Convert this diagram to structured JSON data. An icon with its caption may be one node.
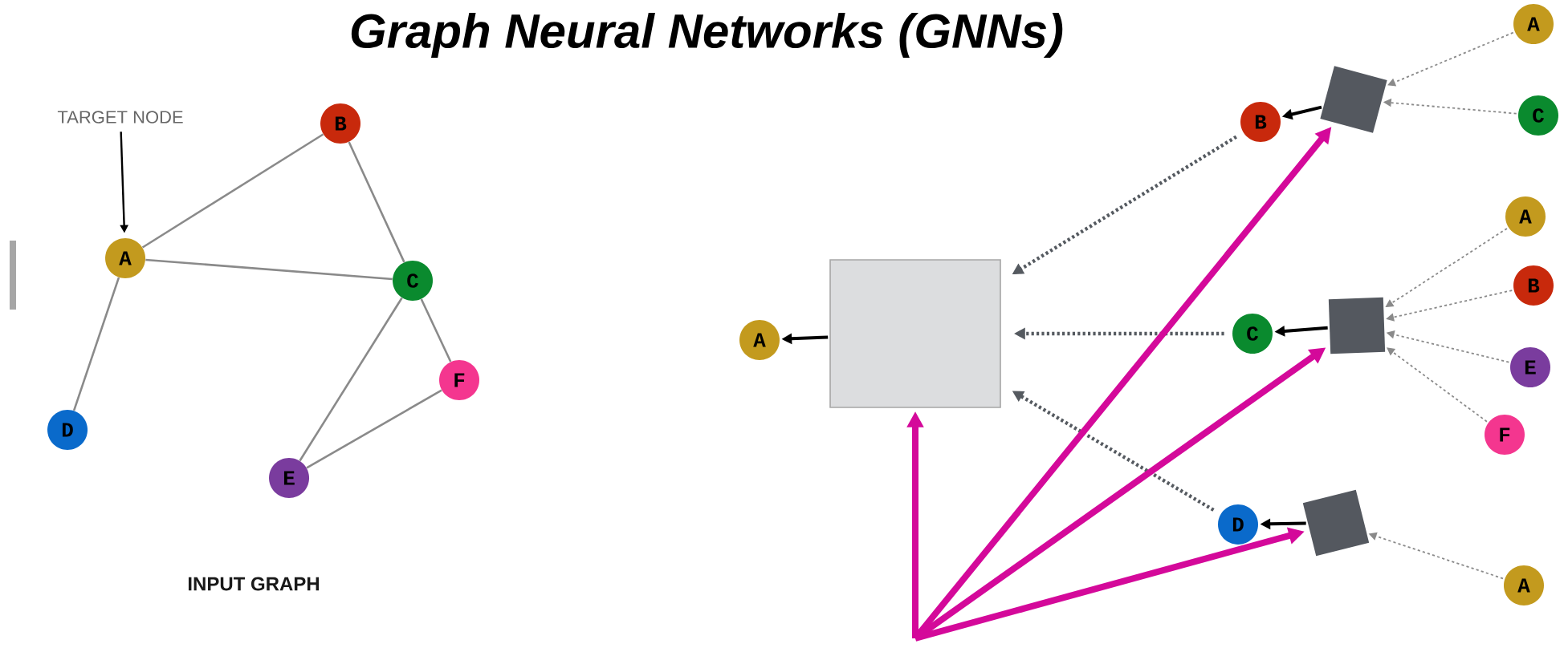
{
  "diagram": {
    "title": "Graph Neural Networks (GNNs)",
    "nodes": [
      {
        "text": [
          "TARGET NODE"
        ]
      },
      {
        "text": [
          "A"
        ]
      },
      {
        "text": [
          "B"
        ]
      },
      {
        "text": [
          "C"
        ]
      },
      {
        "text": [
          "D"
        ]
      },
      {
        "text": [
          "E"
        ]
      },
      {
        "text": [
          "F"
        ]
      },
      {
        "text": [
          "A"
        ]
      },
      {
        "text": [],
        "shape": "box"
      },
      {
        "text": [
          "B"
        ]
      },
      {
        "text": [
          "C"
        ]
      },
      {
        "text": [
          "D"
        ]
      },
      {
        "text": [],
        "shape": "box"
      },
      {
        "text": [],
        "shape": "box"
      },
      {
        "text": [],
        "shape": "box"
      },
      {
        "text": [
          "A"
        ]
      },
      {
        "text": [
          "C"
        ]
      },
      {
        "text": [
          "A"
        ]
      },
      {
        "text": [
          "B"
        ]
      },
      {
        "text": [
          "E"
        ]
      },
      {
        "text": [
          "F"
        ]
      },
      {
        "text": [
          "A"
        ]
      }
    ],
    "edges": [
      {
        "from": 0,
        "to": 1,
        "arrow": "to",
        "color": "#000000"
      },
      {
        "from": 1,
        "to": 2,
        "arrow": "none"
      },
      {
        "from": 1,
        "to": 3,
        "arrow": "none"
      },
      {
        "from": 1,
        "to": 4,
        "arrow": "none"
      },
      {
        "from": 2,
        "to": 3,
        "arrow": "none"
      },
      {
        "from": 3,
        "to": 5,
        "arrow": "none"
      },
      {
        "from": 3,
        "to": 6,
        "arrow": "none"
      },
      {
        "from": 5,
        "to": 6,
        "arrow": "none"
      },
      {
        "from": 8,
        "to": 7,
        "arrow": "to",
        "color": "#000000"
      },
      {
        "from": 12,
        "to": 9,
        "arrow": "to",
        "color": "#000000"
      },
      {
        "from": 13,
        "to": 10,
        "arrow": "to",
        "color": "#000000"
      },
      {
        "from": 14,
        "to": 11,
        "arrow": "to",
        "color": "#000000"
      },
      {
        "from": 9,
        "to": 8,
        "arrow": "to",
        "style": "dashed",
        "color": "#555a60"
      },
      {
        "from": 10,
        "to": 8,
        "arrow": "to",
        "style": "dashed",
        "color": "#555a60"
      },
      {
        "from": 11,
        "to": 8,
        "arrow": "to",
        "style": "dashed",
        "color": "#555a60"
      },
      {
        "from": 15,
        "to": 12,
        "arrow": "to",
        "style": "dashed"
      },
      {
        "from": 16,
        "to": 12,
        "arrow": "to",
        "style": "dashed"
      },
      {
        "from": 17,
        "to": 13,
        "arrow": "to",
        "style": "dashed"
      },
      {
        "from": 18,
        "to": 13,
        "arrow": "to",
        "style": "dashed"
      },
      {
        "from": 19,
        "to": 13,
        "arrow": "to",
        "style": "dashed"
      },
      {
        "from": 20,
        "to": 13,
        "arrow": "to",
        "style": "dashed"
      },
      {
        "from": 21,
        "to": 14,
        "arrow": "to",
        "style": "dashed"
      },
      {
        "from": null,
        "to": 8,
        "arrow": "to",
        "style": "thick",
        "color": "#d4099a"
      },
      {
        "from": null,
        "to": 12,
        "arrow": "to",
        "style": "thick",
        "color": "#d4099a"
      },
      {
        "from": null,
        "to": 13,
        "arrow": "to",
        "style": "thick",
        "color": "#d4099a"
      },
      {
        "from": null,
        "to": 14,
        "arrow": "to",
        "style": "thick",
        "color": "#d4099a"
      }
    ],
    "labels": [
      "INPUT GRAPH"
    ]
  }
}
